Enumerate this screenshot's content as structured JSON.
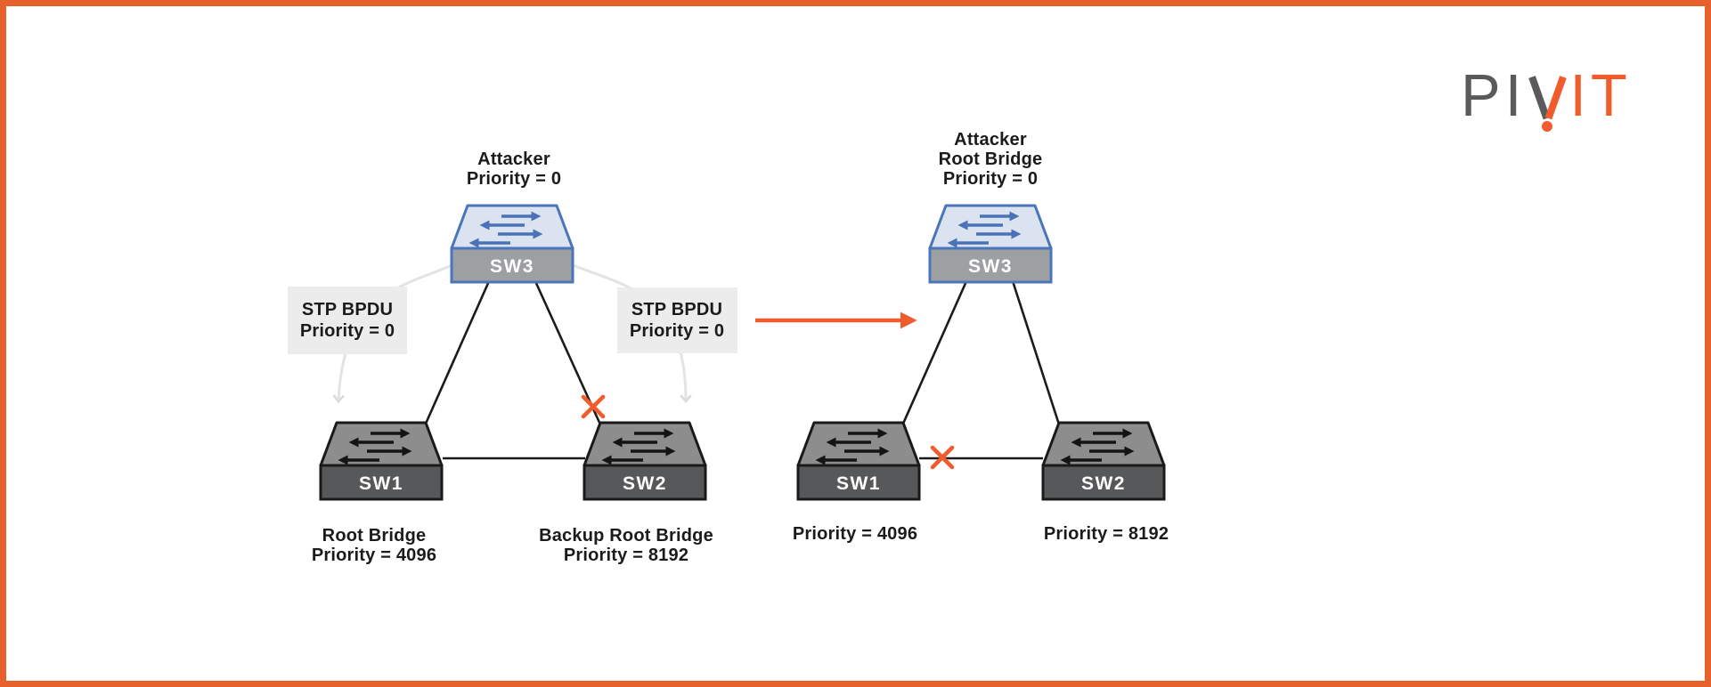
{
  "brand": {
    "name": "PIVIT",
    "gray_part": "PI",
    "orange_part": "IT"
  },
  "colors": {
    "accent_orange": "#f15c2d",
    "frame_orange": "#e7612c",
    "switch_blue_border": "#4a74bc",
    "switch_blue_top": "#dce3f0",
    "switch_blue_front": "#9d9fa2",
    "switch_dark_border": "#1a1a1a",
    "switch_dark_top": "#8d8d8d",
    "switch_dark_front": "#57585a",
    "bpdu_box_bg": "#ececec",
    "flow_arrow_gray": "#e3e3e3"
  },
  "left_diagram": {
    "attacker_caption": {
      "line1": "Attacker",
      "line2": "Priority = 0"
    },
    "bpdu_label_left": {
      "line1": "STP BPDU",
      "line2": "Priority = 0"
    },
    "bpdu_label_right": {
      "line1": "STP BPDU",
      "line2": "Priority = 0"
    },
    "switches": {
      "sw3": "SW3",
      "sw1": "SW1",
      "sw2": "SW2"
    },
    "sw1_caption": {
      "line1": "Root Bridge",
      "line2": "Priority = 4096"
    },
    "sw2_caption": {
      "line1": "Backup Root Bridge",
      "line2": "Priority = 8192"
    }
  },
  "right_diagram": {
    "attacker_caption": {
      "line1": "Attacker",
      "line2": "Root Bridge",
      "line3": "Priority = 0"
    },
    "switches": {
      "sw3": "SW3",
      "sw1": "SW1",
      "sw2": "SW2"
    },
    "sw1_caption": "Priority = 4096",
    "sw2_caption": "Priority = 8192"
  }
}
